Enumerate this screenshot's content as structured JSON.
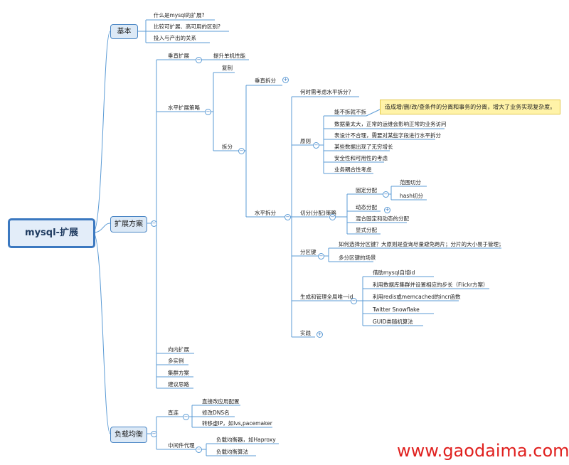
{
  "root": {
    "label": "mysql-扩展"
  },
  "basics": {
    "label": "基本",
    "items": [
      "什么是mysql的扩展?",
      "比较可扩展、高可用的区别?",
      "投入与产出的关系"
    ]
  },
  "scaling": {
    "label": "扩展方案",
    "vertical": {
      "label": "垂直扩展",
      "child": "提升单机性能"
    },
    "horizontal": {
      "label": "水平扩展策略",
      "replicate": "复制",
      "split": "拆分",
      "vsplit": "垂直拆分",
      "hsplit": "水平拆分",
      "when": "何时需考虑水平拆分？",
      "principle": {
        "label": "原则",
        "items": [
          "能不拆就不拆",
          "数据量太大，正常的运维会影响正常的业务访问",
          "表设计不合理，需要对某些字段进行水平拆分",
          "某些数据出现了无穷增长",
          "安全性和可用性的考虑",
          "业务耦合性考虑"
        ],
        "note": "造成增/删/改/查条件的分离和事务的分离，增大了业务实现复杂度。"
      },
      "strategy": {
        "label": "切分(分配)策略",
        "fixed": "固定分配",
        "range": "范围切分",
        "hash": "hash切分",
        "dynamic": "动态分配",
        "mixed": "混合固定和动态的分配",
        "explicit": "显式分配"
      },
      "partition_key": {
        "label": "分区键",
        "items": [
          "如何选择分区键？大原则是查询尽量避免跨片；分片的大小易于管理；",
          "多分区键的场景"
        ]
      },
      "global_id": {
        "label": "生成和管理全局唯一id",
        "items": [
          "借助mysql自增id",
          "利用数据库集群并设置相应的步长（Flickr方案）",
          "利用redis或memcached的incr函数",
          "Twitter Snowflake",
          "GUID类随机算法"
        ]
      },
      "practice": "实践"
    },
    "others": [
      "向内扩展",
      "多实例",
      "集群方案",
      "建议思路"
    ]
  },
  "lb": {
    "label": "负载均衡",
    "direct": {
      "label": "直连",
      "items": [
        "直接改应用配置",
        "修改DNS名",
        "转移虚IP，如lvs,pacemaker"
      ]
    },
    "middleware": {
      "label": "中间件代理",
      "items": [
        "负载均衡器，如Haproxy",
        "负载均衡算法"
      ]
    }
  },
  "watermark": "www.gaodaima.com",
  "colors": {
    "line": "#5b9bd5",
    "box_border": "#4a86c5",
    "box_fill": "#dce9f6",
    "note_fill": "#fff3a8",
    "watermark": "#e0201e"
  }
}
